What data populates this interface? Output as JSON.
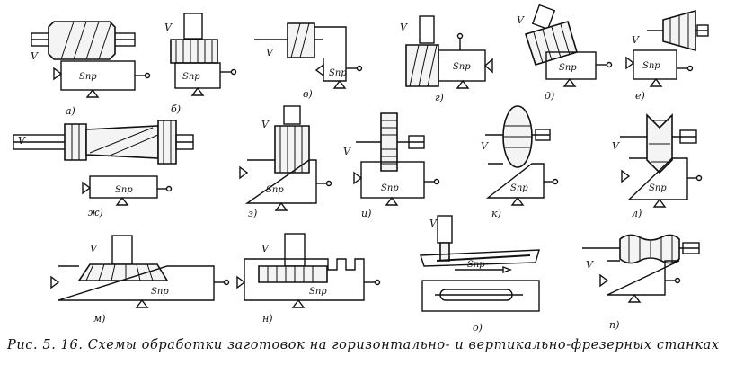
{
  "figure": {
    "panels": [
      {
        "id": "a",
        "label": "a)"
      },
      {
        "id": "b",
        "label": "б)"
      },
      {
        "id": "v",
        "label": "в)"
      },
      {
        "id": "g",
        "label": "г)"
      },
      {
        "id": "d",
        "label": "д)"
      },
      {
        "id": "e",
        "label": "е)"
      },
      {
        "id": "zh",
        "label": "ж)"
      },
      {
        "id": "z",
        "label": "з)"
      },
      {
        "id": "i",
        "label": "и)"
      },
      {
        "id": "k",
        "label": "к)"
      },
      {
        "id": "l",
        "label": "л)"
      },
      {
        "id": "m",
        "label": "м)"
      },
      {
        "id": "n",
        "label": "н)"
      },
      {
        "id": "o",
        "label": "о)"
      },
      {
        "id": "p",
        "label": "п)"
      }
    ],
    "feed_label": "Sпр",
    "speed_label": "V"
  },
  "caption": {
    "text": "Рис. 5. 16. Схемы обработки заготовок на горизонтально- и  вертикально-фрезерных станках"
  }
}
